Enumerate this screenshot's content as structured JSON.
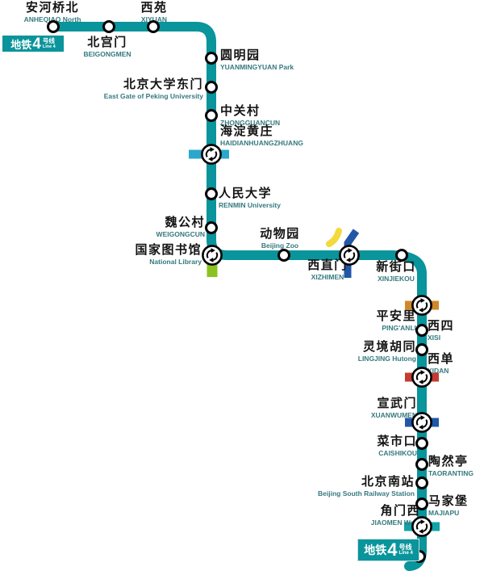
{
  "badge": {
    "prefix_zh": "地铁",
    "line_number": "4",
    "suffix_zh": "号线",
    "suffix_en": "Line 4"
  },
  "colors": {
    "line4_teal": "#0A949B",
    "english_label": "#35797E",
    "line1_red": "#C43B32",
    "line2_blue": "#2057A7",
    "line6_orange": "#D0882A",
    "line9_green": "#8CC220",
    "line10_lightblue": "#2BA7CB",
    "line13_yellow": "#F3D93B",
    "line10s_teal": "#12A3A8"
  },
  "stations": [
    {
      "id": "anheqiao-north",
      "name_zh": "安河桥北",
      "name_en": "ANHEQIAO North",
      "marker": "dot"
    },
    {
      "id": "beigongmen",
      "name_zh": "北宫门",
      "name_en": "BEIGONGMEN",
      "marker": "dot"
    },
    {
      "id": "xiyuan",
      "name_zh": "西苑",
      "name_en": "XIYUAN",
      "marker": "dot"
    },
    {
      "id": "yuanmingyuan",
      "name_zh": "圆明园",
      "name_en": "YUANMINGYUAN Park",
      "marker": "dot"
    },
    {
      "id": "pku-east-gate",
      "name_zh": "北京大学东门",
      "name_en": "East Gate of Peking University",
      "marker": "dot"
    },
    {
      "id": "zhongguancun",
      "name_zh": "中关村",
      "name_en": "ZHONGGUANCUN",
      "marker": "dot"
    },
    {
      "id": "haidianhuangzhuang",
      "name_zh": "海淀黄庄",
      "name_en": "HAIDIANHUANGZHUANG",
      "marker": "transfer"
    },
    {
      "id": "renmin-university",
      "name_zh": "人民大学",
      "name_en": "RENMIN University",
      "marker": "dot"
    },
    {
      "id": "weigongcun",
      "name_zh": "魏公村",
      "name_en": "WEIGONGCUN",
      "marker": "dot"
    },
    {
      "id": "national-library",
      "name_zh": "国家图书馆",
      "name_en": "National Library",
      "marker": "transfer"
    },
    {
      "id": "beijing-zoo",
      "name_zh": "动物园",
      "name_en": "Beijing Zoo",
      "marker": "dot"
    },
    {
      "id": "xizhimen",
      "name_zh": "西直门",
      "name_en": "XIZHIMEN",
      "marker": "transfer"
    },
    {
      "id": "xinjiekou",
      "name_zh": "新街口",
      "name_en": "XINJIEKOU",
      "marker": "dot"
    },
    {
      "id": "pinganli",
      "name_zh": "平安里",
      "name_en": "PING'ANLI",
      "marker": "transfer"
    },
    {
      "id": "xisi",
      "name_zh": "西四",
      "name_en": "XISI",
      "marker": "dot"
    },
    {
      "id": "lingjing-hutong",
      "name_zh": "灵境胡同",
      "name_en": "LINGJING Hutong",
      "marker": "dot"
    },
    {
      "id": "xidan",
      "name_zh": "西单",
      "name_en": "XIDAN",
      "marker": "transfer"
    },
    {
      "id": "xuanwumen",
      "name_zh": "宣武门",
      "name_en": "XUANWUMEN",
      "marker": "transfer"
    },
    {
      "id": "caishikou",
      "name_zh": "菜市口",
      "name_en": "CAISHIKOU",
      "marker": "dot"
    },
    {
      "id": "taoranting",
      "name_zh": "陶然亭",
      "name_en": "TAORANTING",
      "marker": "dot"
    },
    {
      "id": "beijing-south",
      "name_zh": "北京南站",
      "name_en": "Beijing South Railway Station",
      "marker": "dot"
    },
    {
      "id": "majiapu",
      "name_zh": "马家堡",
      "name_en": "MAJIAPU",
      "marker": "dot"
    },
    {
      "id": "jiaomen-west",
      "name_zh": "角门西",
      "name_en": "JIAOMEN West",
      "marker": "transfer"
    },
    {
      "id": "endpoint-dot",
      "name_zh": "",
      "name_en": "",
      "marker": "dot"
    }
  ]
}
